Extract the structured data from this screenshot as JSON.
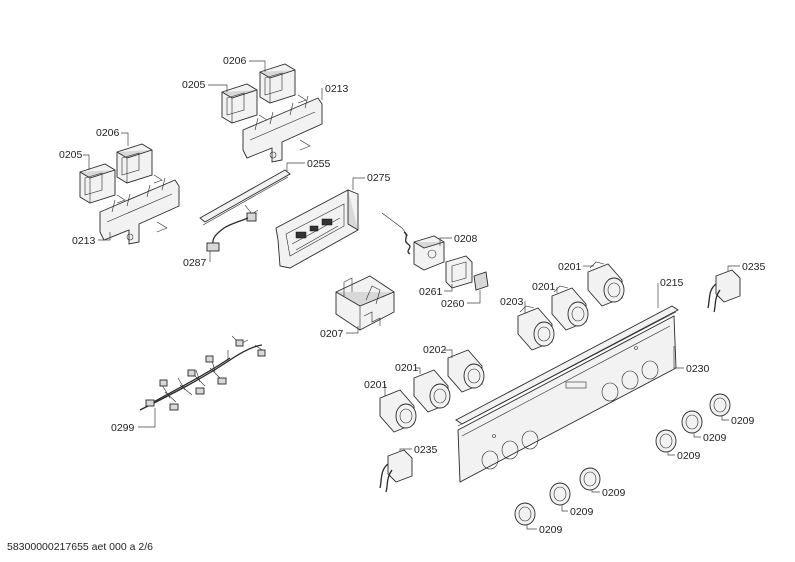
{
  "labels": {
    "l0206a": "0206",
    "l0205a": "0205",
    "l0213a": "0213",
    "l0206b": "0206",
    "l0205b": "0205",
    "l0213b": "0213",
    "l0255": "0255",
    "l0275": "0275",
    "l0287": "0287",
    "l0208": "0208",
    "l0261": "0261",
    "l0260": "0260",
    "l0207": "0207",
    "l0201a": "0201",
    "l0201b": "0201",
    "l0203": "0203",
    "l0215": "0215",
    "l0235a": "0235",
    "l0230": "0230",
    "l0299": "0299",
    "l0202": "0202",
    "l0201c": "0201",
    "l0201d": "0201",
    "l0235b": "0235",
    "l0209a": "0209",
    "l0209b": "0209",
    "l0209c": "0209",
    "l0209d": "0209",
    "l0209e": "0209",
    "l0209f": "0209"
  },
  "footer": "58300000217655 aet 000 a 2/6"
}
